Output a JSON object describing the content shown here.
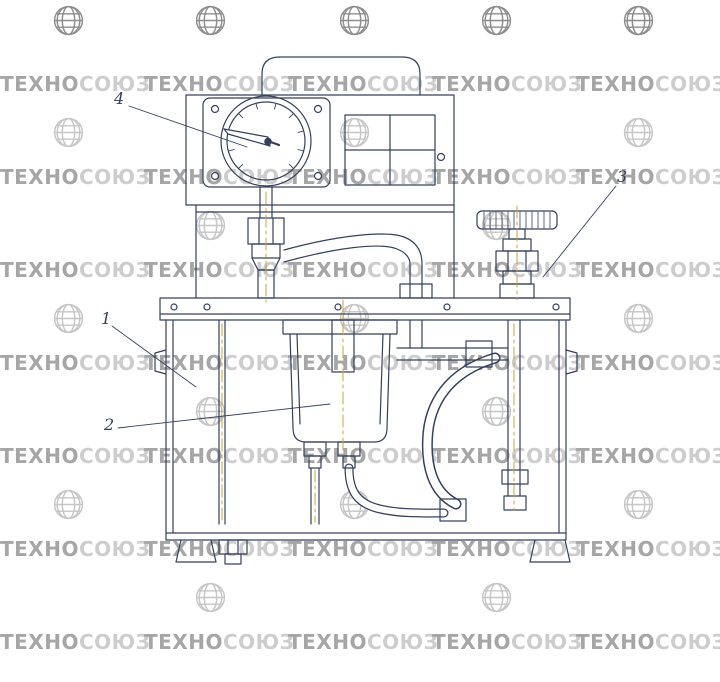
{
  "watermark": {
    "part1": "ТЕХНО",
    "part2": "СОЮЗ"
  },
  "callouts": {
    "c1": "1",
    "c2": "2",
    "c3": "3",
    "c4": "4"
  },
  "icons": {
    "watermark_globe": "globe-icon"
  },
  "colors": {
    "wm_dark": "#a6a6a6",
    "wm_light": "#cdcdcd",
    "globe_dark": "#8d8d8d",
    "globe_light": "#c6c6c6",
    "line": "#34405c",
    "centerline": "#c9a43b",
    "background": "#ffffff"
  }
}
